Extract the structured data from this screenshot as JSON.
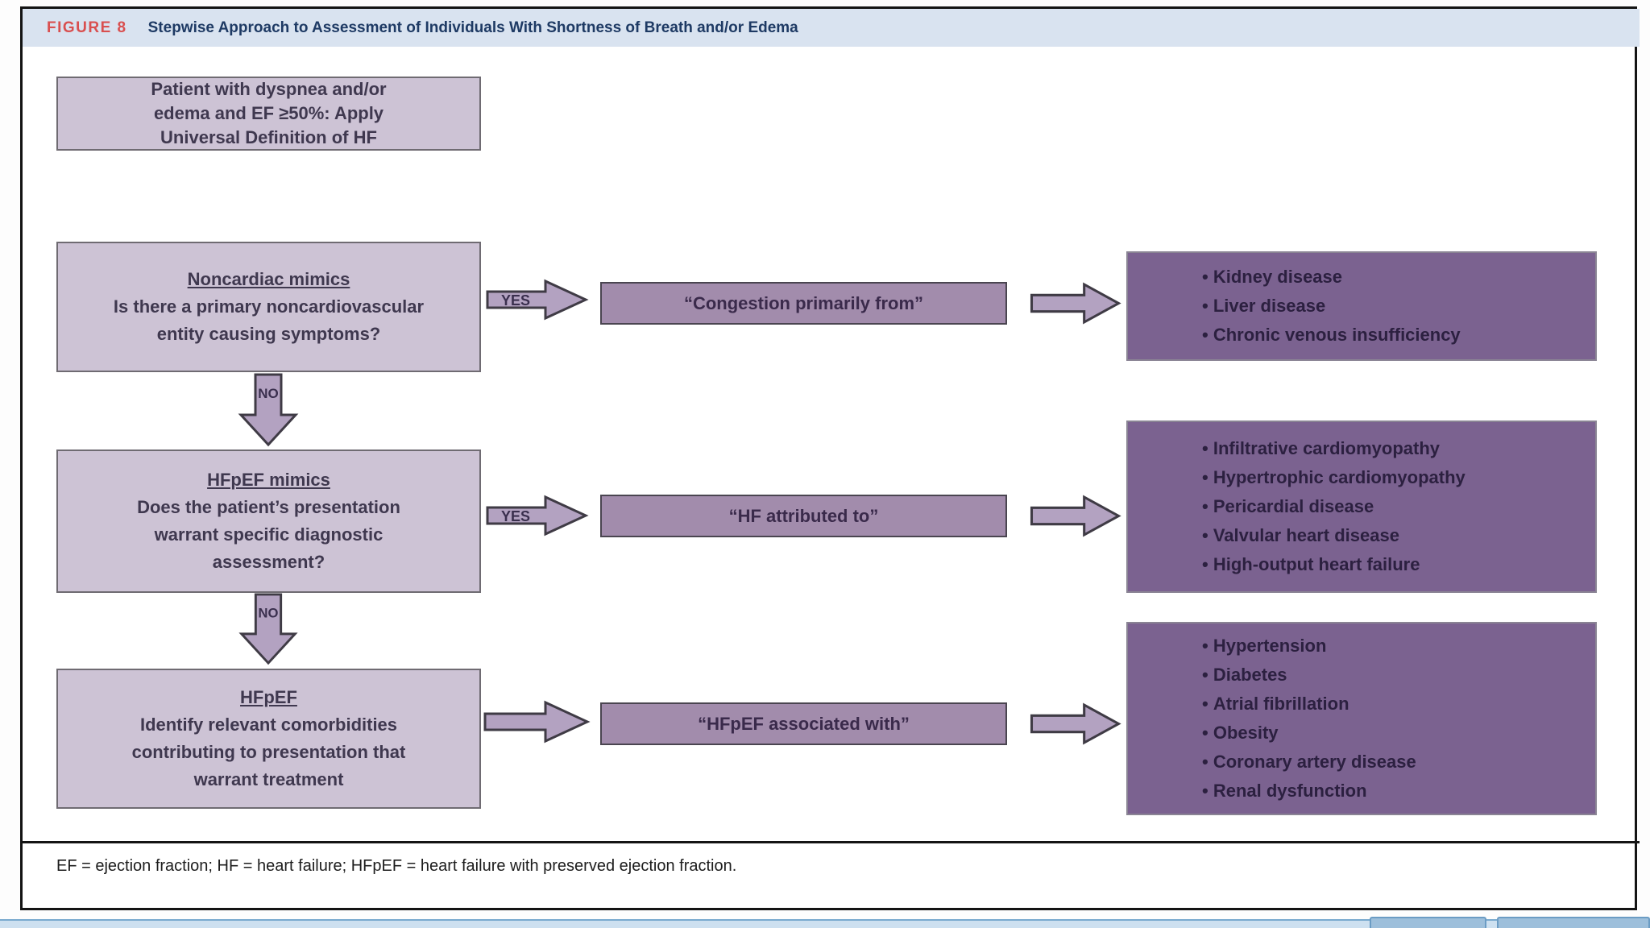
{
  "figure_header": {
    "label": "FIGURE 8",
    "title": "Stepwise Approach to Assessment of Individuals With Shortness of Breath and/or Edema"
  },
  "start_box": {
    "text": "Patient with dyspnea and/or edema and EF ≥50%: Apply Universal Definition of HF"
  },
  "rows": [
    {
      "heading": "Noncardiac mimics",
      "question": "Is there a primary noncardiovascular entity causing symptoms?",
      "branch_label": "YES",
      "middle_text": "“Congestion primarily from”",
      "bullets": [
        "Kidney disease",
        "Liver disease",
        "Chronic venous insufficiency"
      ],
      "next_label": "NO"
    },
    {
      "heading": "HFpEF mimics",
      "question": "Does the patient’s presentation warrant specific diagnostic assessment?",
      "branch_label": "YES",
      "middle_text": "“HF attributed to”",
      "bullets": [
        "Infiltrative cardiomyopathy",
        "Hypertrophic cardiomyopathy",
        "Pericardial disease",
        "Valvular heart disease",
        "High-output heart failure"
      ],
      "next_label": "NO"
    },
    {
      "heading": "HFpEF",
      "question": "Identify relevant comorbidities contributing to presentation that warrant treatment",
      "middle_text": "“HFpEF associated with”",
      "bullets": [
        "Hypertension",
        "Diabetes",
        "Atrial fibrillation",
        "Obesity",
        "Coronary artery disease",
        "Renal dysfunction"
      ]
    }
  ],
  "footnote": "EF = ejection fraction; HF = heart failure; HFpEF = heart failure with preserved ejection fraction.",
  "colors": {
    "header_band": "#d9e3f0",
    "figure_label_red": "#d94f4f",
    "title_navy": "#1e3a64",
    "light_box": "#cdc3d5",
    "middle_box": "#a28cac",
    "dark_box": "#7b6290",
    "arrow_fill": "#b3a2c1",
    "frame_border": "#141414",
    "chrome_bar_blue": "#cde0f0"
  }
}
